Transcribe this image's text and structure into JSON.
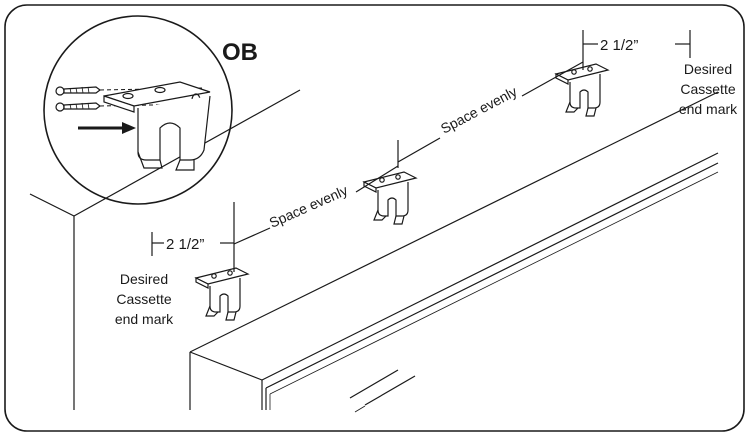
{
  "inset": {
    "title": "OB"
  },
  "labels": {
    "space_evenly_upper": "Space evenly",
    "space_evenly_lower": "Space evenly",
    "offset_right": "2 1/2”",
    "offset_left": "2 1/2”",
    "end_mark_right": [
      "Desired",
      "Cassette",
      "end mark"
    ],
    "end_mark_left": [
      "Desired",
      "Cassette",
      "end mark"
    ]
  },
  "colors": {
    "line": "#1a1a1a",
    "background": "#ffffff"
  }
}
